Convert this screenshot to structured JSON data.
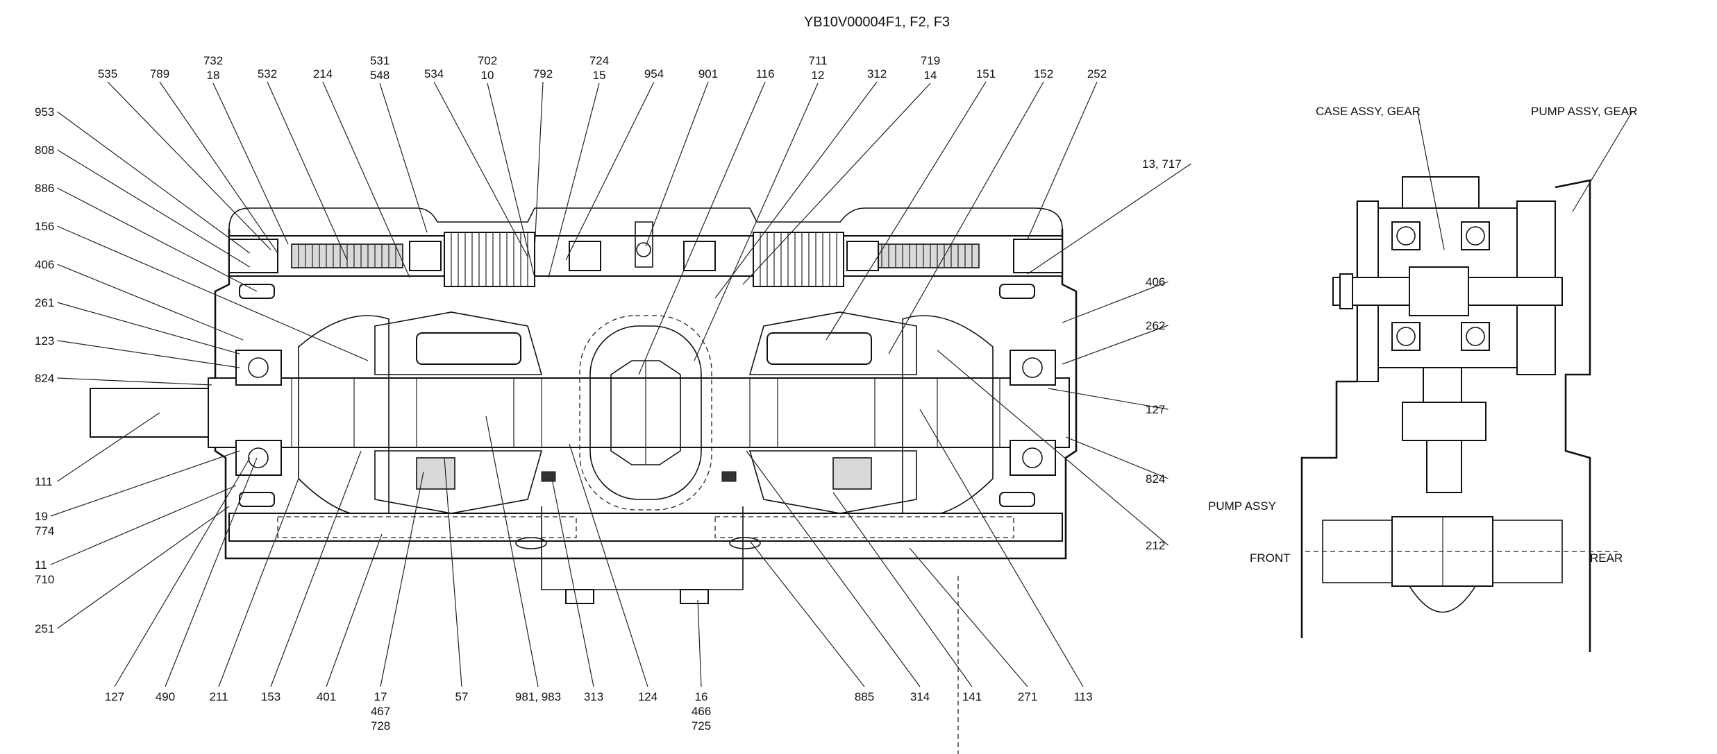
{
  "title": "YB10V00004F1, F2, F3",
  "callouts": [
    {
      "id": "c535",
      "lines": [
        "535"
      ]
    },
    {
      "id": "c789",
      "lines": [
        "789"
      ]
    },
    {
      "id": "c732",
      "lines": [
        "732",
        "18"
      ]
    },
    {
      "id": "c532",
      "lines": [
        "532"
      ]
    },
    {
      "id": "c214t",
      "lines": [
        "214"
      ]
    },
    {
      "id": "c531",
      "lines": [
        "531",
        "548"
      ]
    },
    {
      "id": "c534",
      "lines": [
        "534"
      ]
    },
    {
      "id": "c702",
      "lines": [
        "702",
        "10"
      ]
    },
    {
      "id": "c792",
      "lines": [
        "792"
      ]
    },
    {
      "id": "c724",
      "lines": [
        "724",
        "15"
      ]
    },
    {
      "id": "c954",
      "lines": [
        "954"
      ]
    },
    {
      "id": "c901",
      "lines": [
        "901"
      ]
    },
    {
      "id": "c116",
      "lines": [
        "116"
      ]
    },
    {
      "id": "c711",
      "lines": [
        "711",
        "12"
      ]
    },
    {
      "id": "c312",
      "lines": [
        "312"
      ]
    },
    {
      "id": "c719",
      "lines": [
        "719",
        "14"
      ]
    },
    {
      "id": "c151",
      "lines": [
        "151"
      ]
    },
    {
      "id": "c152",
      "lines": [
        "152"
      ]
    },
    {
      "id": "c252",
      "lines": [
        "252"
      ]
    },
    {
      "id": "c953",
      "lines": [
        "953"
      ]
    },
    {
      "id": "c808",
      "lines": [
        "808"
      ]
    },
    {
      "id": "c886",
      "lines": [
        "886"
      ]
    },
    {
      "id": "c156",
      "lines": [
        "156"
      ]
    },
    {
      "id": "c406l",
      "lines": [
        "406"
      ]
    },
    {
      "id": "c261",
      "lines": [
        "261"
      ]
    },
    {
      "id": "c123",
      "lines": [
        "123"
      ]
    },
    {
      "id": "c824l",
      "lines": [
        "824"
      ]
    },
    {
      "id": "c111",
      "lines": [
        "111"
      ]
    },
    {
      "id": "c19",
      "lines": [
        "19",
        "774"
      ]
    },
    {
      "id": "c11",
      "lines": [
        "11",
        "710"
      ]
    },
    {
      "id": "c251",
      "lines": [
        "251"
      ]
    },
    {
      "id": "c13",
      "lines": [
        "13, 717"
      ]
    },
    {
      "id": "c406r",
      "lines": [
        "406"
      ]
    },
    {
      "id": "c262",
      "lines": [
        "262"
      ]
    },
    {
      "id": "c127r",
      "lines": [
        "127"
      ]
    },
    {
      "id": "c824r",
      "lines": [
        "824"
      ]
    },
    {
      "id": "c212",
      "lines": [
        "212"
      ]
    },
    {
      "id": "c127b",
      "lines": [
        "127"
      ]
    },
    {
      "id": "c490",
      "lines": [
        "490"
      ]
    },
    {
      "id": "c211",
      "lines": [
        "211"
      ]
    },
    {
      "id": "c153",
      "lines": [
        "153"
      ]
    },
    {
      "id": "c401",
      "lines": [
        "401"
      ]
    },
    {
      "id": "c17",
      "lines": [
        "17",
        "467",
        "728"
      ]
    },
    {
      "id": "c57",
      "lines": [
        "57"
      ]
    },
    {
      "id": "c981",
      "lines": [
        "981, 983"
      ]
    },
    {
      "id": "c313",
      "lines": [
        "313"
      ]
    },
    {
      "id": "c124",
      "lines": [
        "124"
      ]
    },
    {
      "id": "c16",
      "lines": [
        "16",
        "466",
        "725"
      ]
    },
    {
      "id": "c885",
      "lines": [
        "885"
      ]
    },
    {
      "id": "c314",
      "lines": [
        "314"
      ]
    },
    {
      "id": "c141",
      "lines": [
        "141"
      ]
    },
    {
      "id": "c271",
      "lines": [
        "271"
      ]
    },
    {
      "id": "c113",
      "lines": [
        "113"
      ]
    },
    {
      "id": "cCase",
      "lines": [
        "CASE ASSY, GEAR"
      ]
    },
    {
      "id": "cPumpGear",
      "lines": [
        "PUMP ASSY, GEAR"
      ]
    },
    {
      "id": "cPump",
      "lines": [
        "PUMP ASSY"
      ]
    },
    {
      "id": "cFront",
      "lines": [
        "FRONT"
      ]
    },
    {
      "id": "cRear",
      "lines": [
        "REAR"
      ]
    }
  ]
}
